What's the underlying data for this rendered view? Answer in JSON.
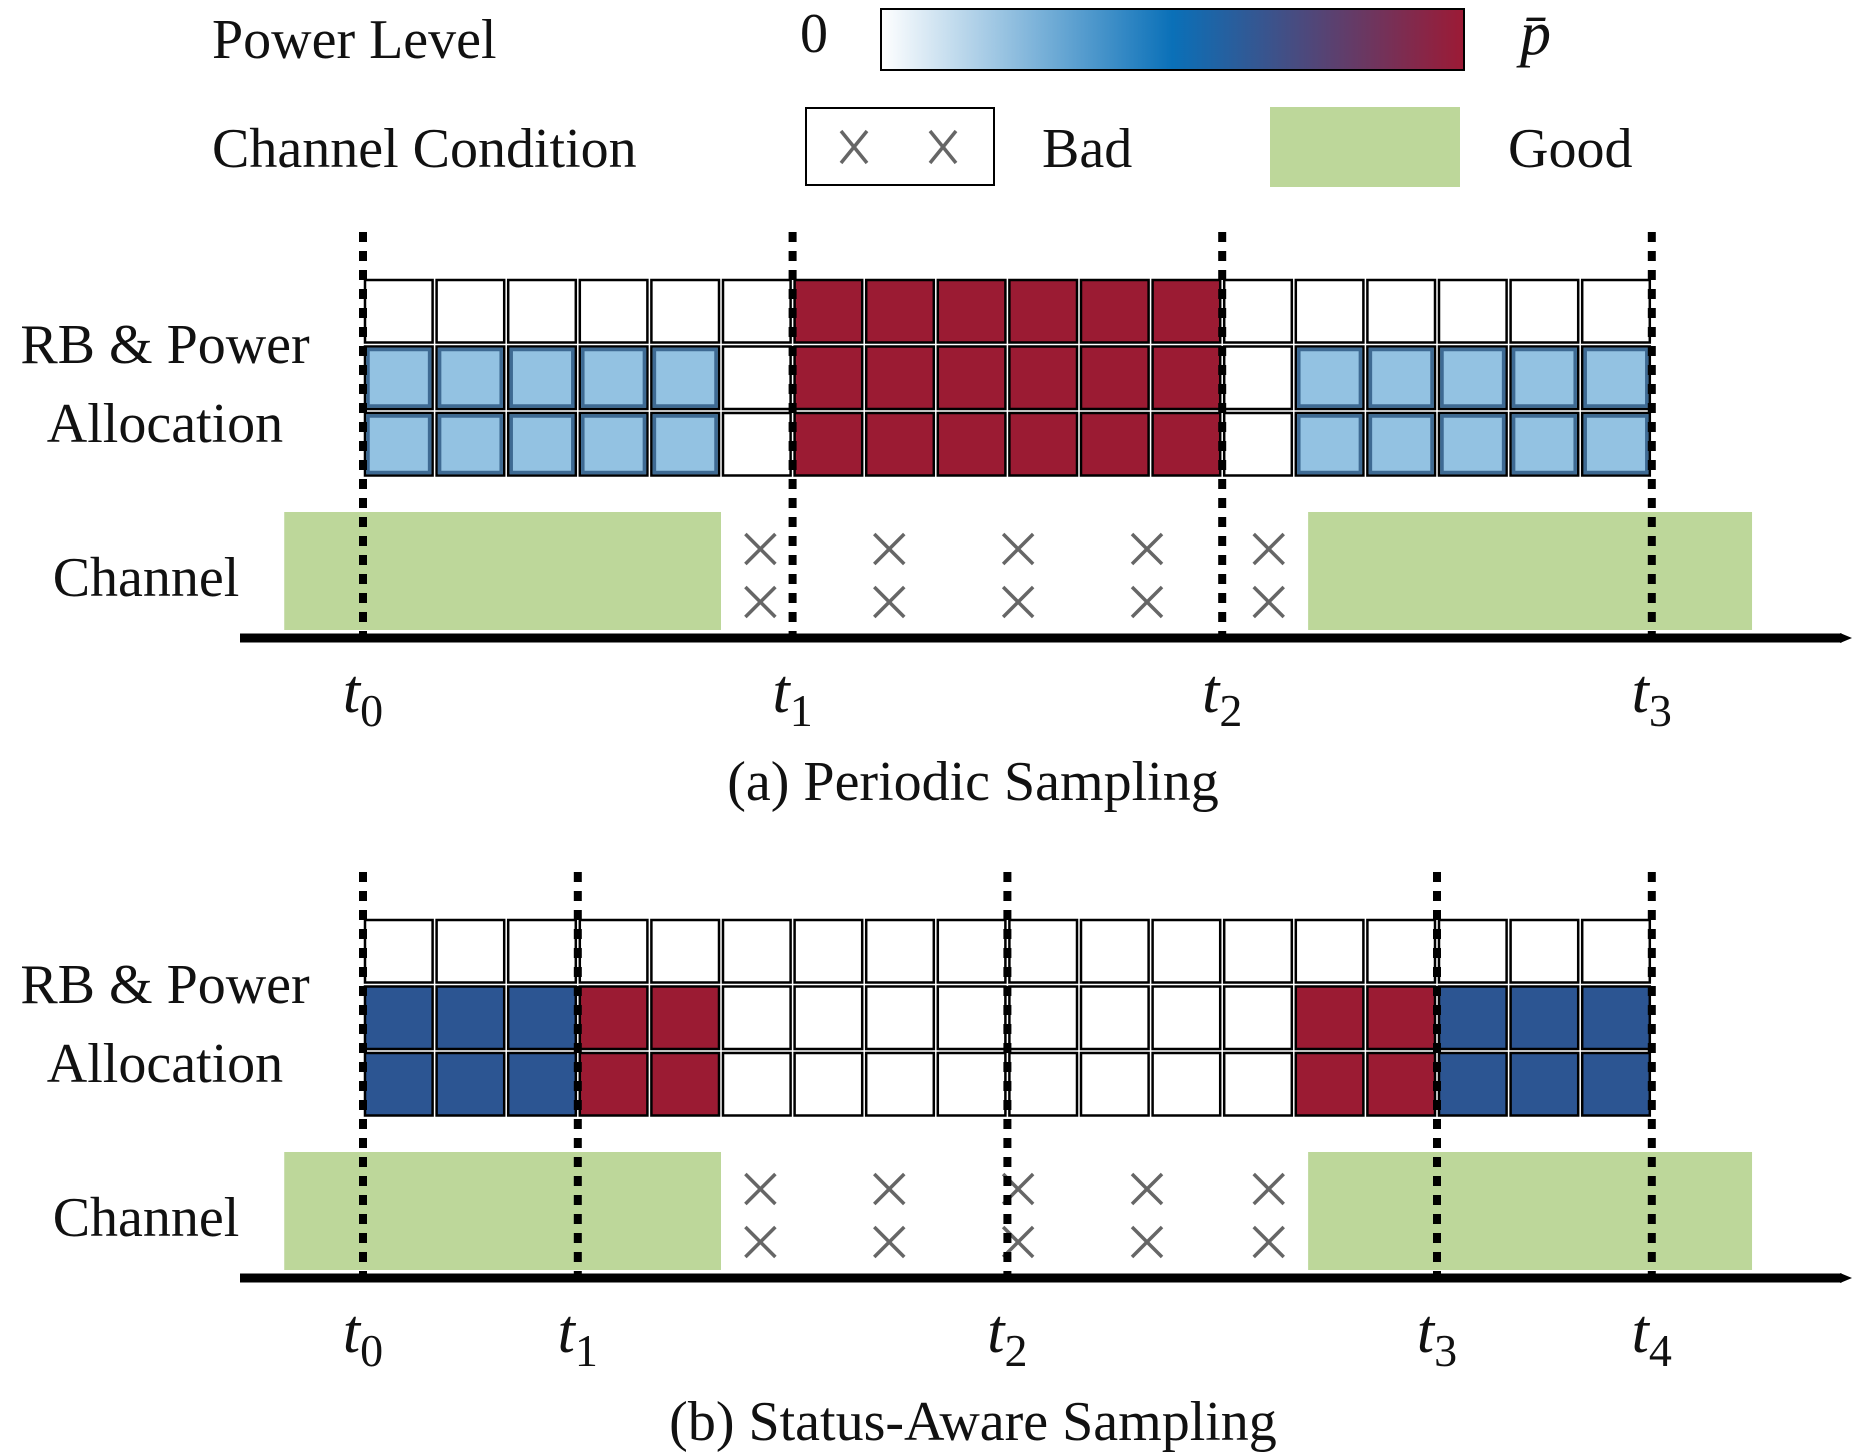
{
  "legend": {
    "power_label": "Power Level",
    "power_min": "0",
    "power_max": "p̄",
    "channel_label": "Channel Condition",
    "bad_label": "Bad",
    "good_label": "Good"
  },
  "colors": {
    "good_channel": "#bdd79a",
    "low_power": "#93c2e2",
    "mid_power": "#2c5592",
    "high_power": "#9b1b33",
    "gradient": [
      "#ffffff",
      "#0a70b8",
      "#9c1a35"
    ],
    "bad_mark": "#666666"
  },
  "panels": [
    {
      "caption": "(a) Periodic Sampling",
      "row_label_1": "RB & Power",
      "row_label_2": "Allocation",
      "channel_label": "Channel",
      "ticks": [
        {
          "label": "t",
          "sub": "0",
          "slot": 0
        },
        {
          "label": "t",
          "sub": "1",
          "slot": 6
        },
        {
          "label": "t",
          "sub": "2",
          "slot": 12
        },
        {
          "label": "t",
          "sub": "3",
          "slot": 18
        }
      ],
      "rb_grid_power": [
        [
          0,
          0,
          0,
          0,
          0,
          0,
          3,
          3,
          3,
          3,
          3,
          3,
          0,
          0,
          0,
          0,
          0,
          0
        ],
        [
          1,
          1,
          1,
          1,
          1,
          0,
          3,
          3,
          3,
          3,
          3,
          3,
          0,
          1,
          1,
          1,
          1,
          1
        ],
        [
          1,
          1,
          1,
          1,
          1,
          0,
          3,
          3,
          3,
          3,
          3,
          3,
          0,
          1,
          1,
          1,
          1,
          1
        ]
      ],
      "channel": [
        {
          "state": "good",
          "from": -1.1,
          "to": 5.0
        },
        {
          "state": "bad",
          "marks": [
            5.55,
            7.35,
            9.15,
            10.95,
            12.65
          ]
        },
        {
          "state": "good",
          "from": 13.2,
          "to": 19.4
        }
      ]
    },
    {
      "caption": "(b) Status-Aware Sampling",
      "row_label_1": "RB & Power",
      "row_label_2": "Allocation",
      "channel_label": "Channel",
      "ticks": [
        {
          "label": "t",
          "sub": "0",
          "slot": 0
        },
        {
          "label": "t",
          "sub": "1",
          "slot": 3
        },
        {
          "label": "t",
          "sub": "2",
          "slot": 9
        },
        {
          "label": "t",
          "sub": "3",
          "slot": 15
        },
        {
          "label": "t",
          "sub": "4",
          "slot": 18
        }
      ],
      "rb_grid_power": [
        [
          0,
          0,
          0,
          0,
          0,
          0,
          0,
          0,
          0,
          0,
          0,
          0,
          0,
          0,
          0,
          0,
          0,
          0
        ],
        [
          2,
          2,
          2,
          3,
          3,
          0,
          0,
          0,
          0,
          0,
          0,
          0,
          0,
          3,
          3,
          2,
          2,
          2
        ],
        [
          2,
          2,
          2,
          3,
          3,
          0,
          0,
          0,
          0,
          0,
          0,
          0,
          0,
          3,
          3,
          2,
          2,
          2
        ]
      ],
      "channel": [
        {
          "state": "good",
          "from": -1.1,
          "to": 5.0
        },
        {
          "state": "bad",
          "marks": [
            5.55,
            7.35,
            9.15,
            10.95,
            12.65
          ]
        },
        {
          "state": "good",
          "from": 13.2,
          "to": 19.4
        }
      ]
    }
  ]
}
